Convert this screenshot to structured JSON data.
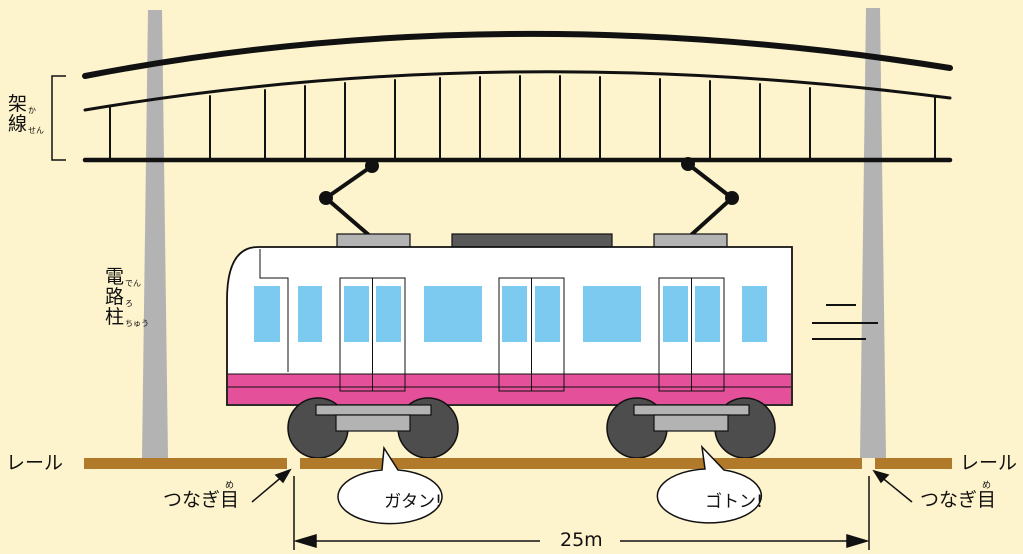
{
  "labels": {
    "overhead_wire": [
      "架",
      "線"
    ],
    "overhead_wire_ruby": [
      "か",
      "せん"
    ],
    "pole": [
      "電",
      "路",
      "柱"
    ],
    "pole_ruby": [
      "でん",
      "ろ",
      "ちゅう"
    ],
    "rail_left": "レール",
    "rail_right": "レール",
    "joint_left": "つなぎ",
    "joint_left_kanji": "目",
    "joint_left_ruby": "め",
    "joint_right": "つなぎ",
    "joint_right_kanji": "目",
    "joint_right_ruby": "め",
    "sound_front": "ガタン!",
    "sound_rear": "ゴトン!",
    "distance": "25m"
  },
  "colors": {
    "background": "#fdf3cc",
    "pole": "#b3b3b3",
    "rail": "#b07a2a",
    "train_body": "#ffffff",
    "train_stripe": "#e5509a",
    "window": "#7dcaf0",
    "wheel": "#4d4d4d",
    "roof_unit": "#b3b3b3",
    "roof_unit_dark": "#595959"
  }
}
